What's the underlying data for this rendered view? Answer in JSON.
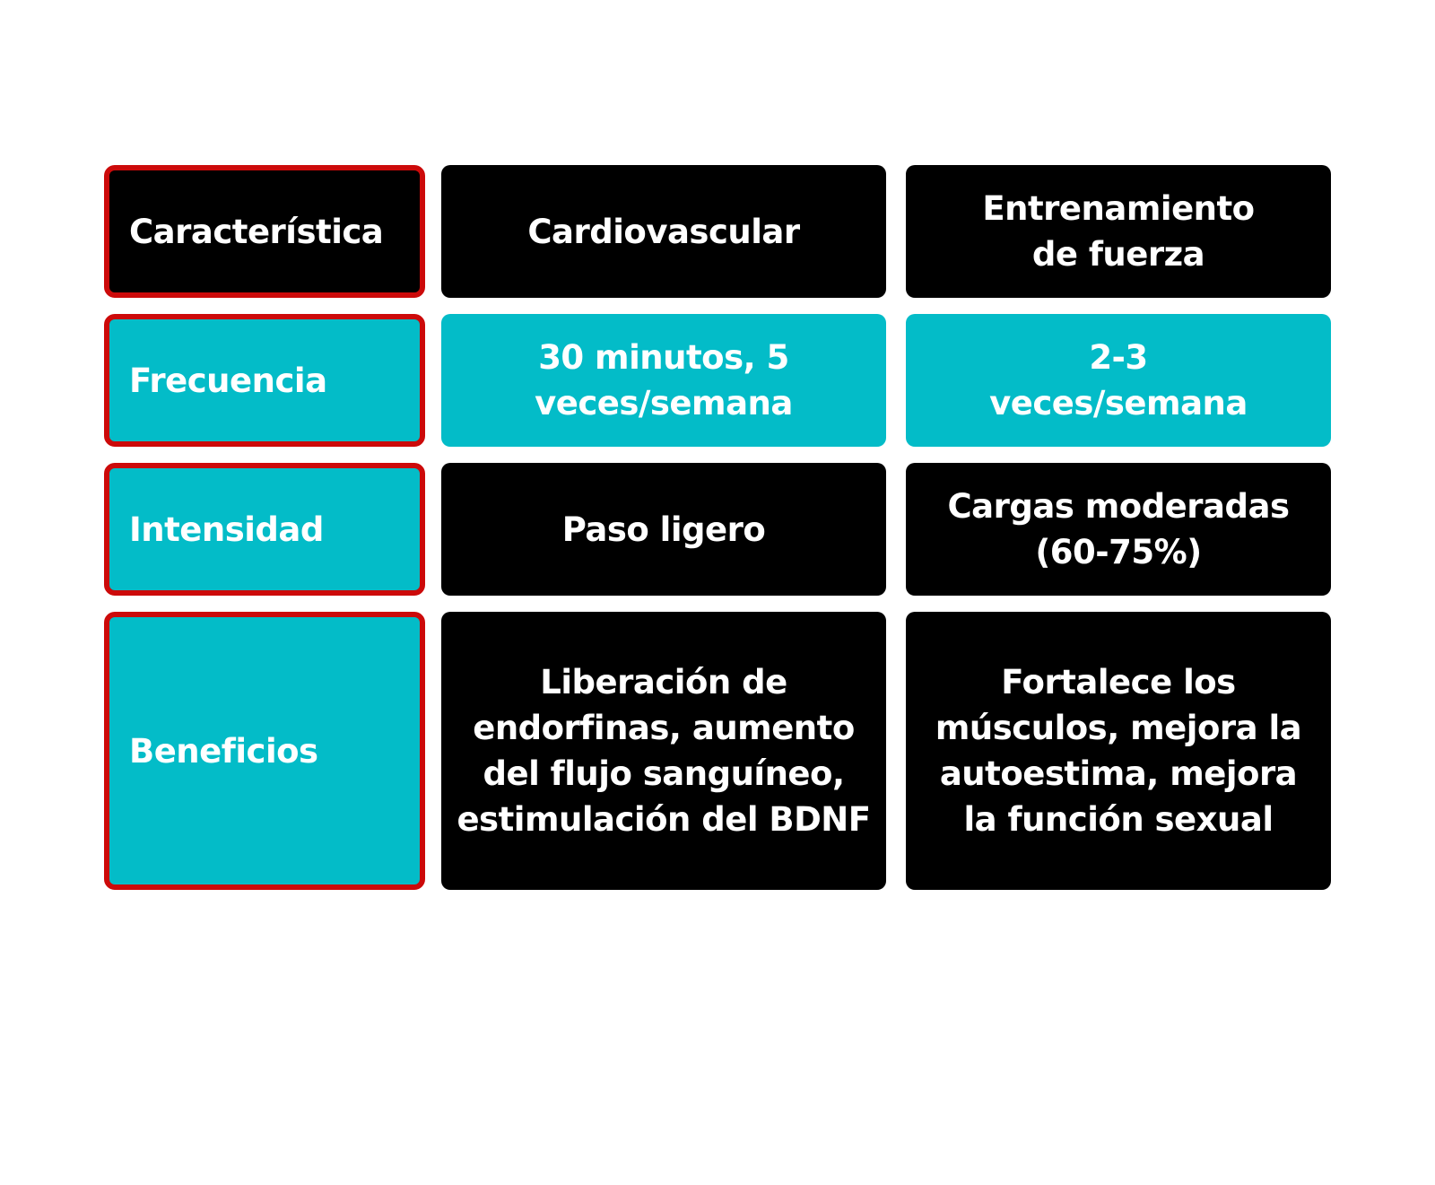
{
  "colors": {
    "header_bg": "#000000",
    "teal": "#03bcc8",
    "label_border": "#cc0a0a",
    "text": "#ffffff"
  },
  "table": {
    "headers": [
      "Característica",
      "Cardiovascular",
      "Entrenamiento\nde fuerza"
    ],
    "rows": [
      {
        "label": "Frecuencia",
        "cardio": "30 minutos, 5\nveces/semana",
        "fuerza": "2-3\nveces/semana"
      },
      {
        "label": "Intensidad",
        "cardio": "Paso ligero",
        "fuerza": "Cargas moderadas\n(60-75%)"
      },
      {
        "label": "Beneficios",
        "cardio": "Liberación de\nendorfinas, aumento\ndel flujo sanguíneo,\nestimulación del BDNF",
        "fuerza": "Fortalece los\nmúsculos, mejora la\nautoestima, mejora\nla función sexual"
      }
    ]
  }
}
